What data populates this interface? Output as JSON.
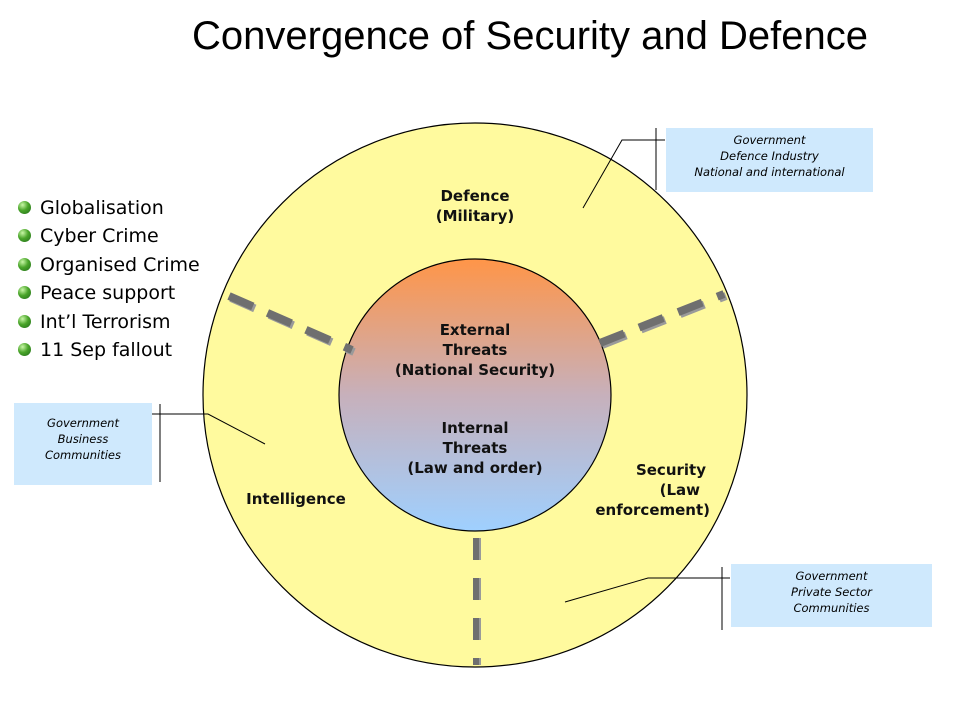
{
  "title": "Convergence of Security and Defence",
  "bullets": [
    "Globalisation",
    "Cyber Crime",
    "Organised Crime",
    "Peace support",
    "Int’l Terrorism",
    "11 Sep fallout"
  ],
  "notes": {
    "defence": [
      "Government",
      "Defence Industry",
      "National and international"
    ],
    "business": [
      "Government",
      "Business",
      "Communities"
    ],
    "private": [
      "Government",
      "Private Sector",
      "Communities"
    ]
  },
  "sectors": {
    "defence": [
      "Defence",
      "(Military)"
    ],
    "intelligence": "Intelligence",
    "security": [
      "Security",
      "(Law",
      "enforcement)"
    ]
  },
  "core": {
    "external": [
      "External",
      "Threats",
      "(National Security)"
    ],
    "internal": [
      "Internal",
      "Threats",
      "(Law and order)"
    ]
  },
  "colors": {
    "outer_circle": "#fffa9e",
    "inner_top": "#ff9548",
    "inner_bottom": "#9fd0ff",
    "note_bg": "#cfe9fd",
    "dash": "#7a7a7a"
  }
}
